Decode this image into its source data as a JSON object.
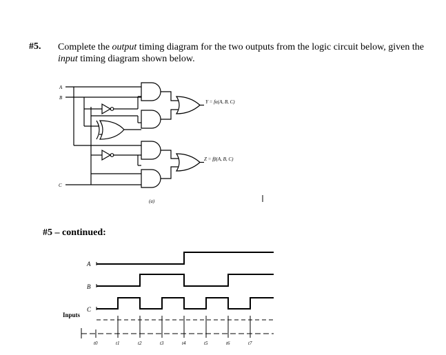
{
  "question": {
    "number": "#5.",
    "text_1": "Complete the ",
    "text_output": "output",
    "text_2": " timing diagram for the two outputs from the logic circuit below, given the ",
    "text_input": "input",
    "text_3": " timing diagram shown below."
  },
  "circuit": {
    "input_a": "A",
    "input_b": "B",
    "input_c": "C",
    "output_y": "Y = fα(A, B, C)",
    "output_z": "Z = fβ(A, B, C)",
    "caption": "(a)"
  },
  "continued_label": "#5 – continued:",
  "timing": {
    "inputs_label": "Inputs",
    "signal_a": "A",
    "signal_b": "B",
    "signal_c": "C",
    "time_labels": [
      "t0",
      "t1",
      "t2",
      "t3",
      "t4",
      "t5",
      "t6",
      "t7"
    ]
  }
}
